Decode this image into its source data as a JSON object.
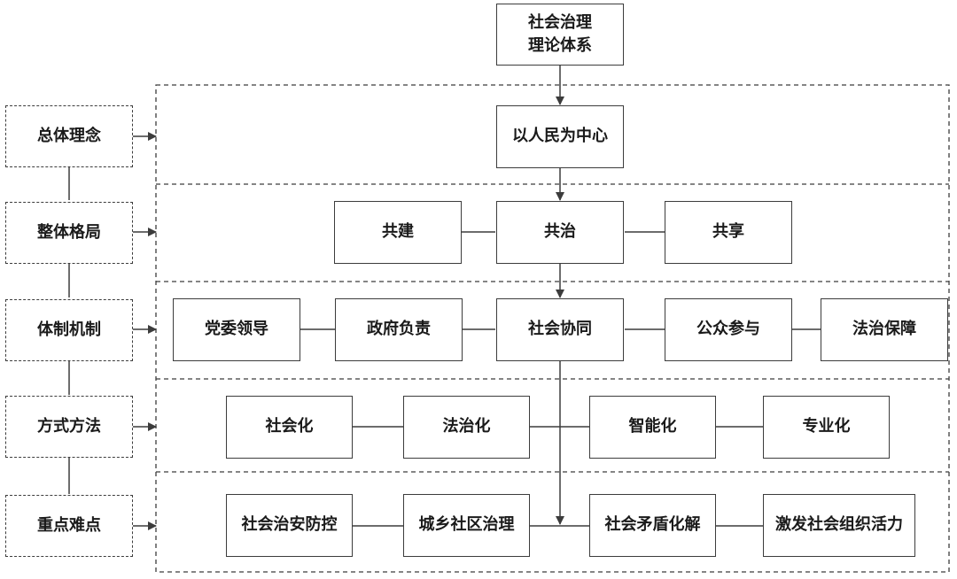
{
  "title": [
    "社会治理",
    "理论体系"
  ],
  "side_labels": [
    "总体理念",
    "整体格局",
    "体制机制",
    "方式方法",
    "重点难点"
  ],
  "concept": "以人民为中心",
  "pattern": [
    "共建",
    "共治",
    "共享"
  ],
  "mechanism": [
    "党委领导",
    "政府负责",
    "社会协同",
    "公众参与",
    "法治保障"
  ],
  "methods": [
    "社会化",
    "法治化",
    "智能化",
    "专业化"
  ],
  "priorities": [
    "社会治安防控",
    "城乡社区治理",
    "社会矛盾化解",
    "激发社会组织活力"
  ],
  "colors": {
    "line": "#3c3c3c",
    "text": "#1a1a1a",
    "background": "#ffffff"
  }
}
